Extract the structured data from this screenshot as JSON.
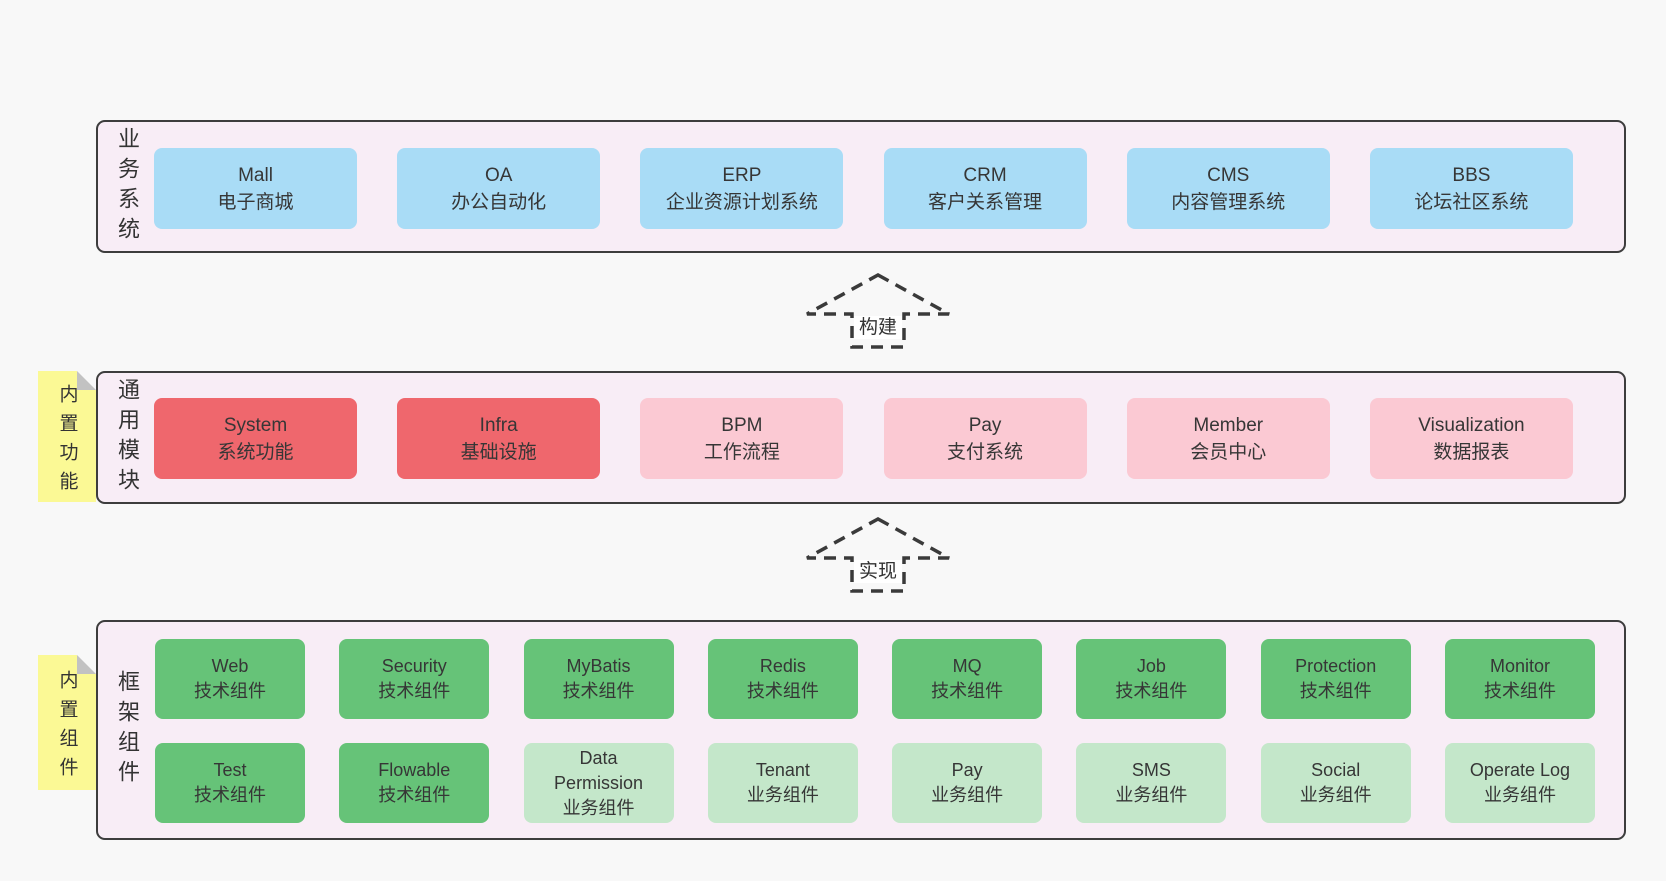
{
  "colors": {
    "page_bg": "#f8f8f8",
    "panel_bg": "#f8edf6",
    "panel_border": "#3d3d3d",
    "blue_box": "#a9dcf6",
    "red_box": "#ef676d",
    "pink_box": "#fbc9d3",
    "green_dark_box": "#66c378",
    "green_light_box": "#c4e7ca",
    "sticky_yellow": "#fbf995",
    "sticky_fold": "#c2c2c2",
    "text": "#363636"
  },
  "arrows": {
    "build": "构建",
    "implement": "实现"
  },
  "sections": {
    "business": {
      "label": "业务系统",
      "boxes": [
        {
          "title": "Mall",
          "subtitle": "电子商城",
          "variant": "blue"
        },
        {
          "title": "OA",
          "subtitle": "办公自动化",
          "variant": "blue"
        },
        {
          "title": "ERP",
          "subtitle": "企业资源计划系统",
          "variant": "blue"
        },
        {
          "title": "CRM",
          "subtitle": "客户关系管理",
          "variant": "blue"
        },
        {
          "title": "CMS",
          "subtitle": "内容管理系统",
          "variant": "blue"
        },
        {
          "title": "BBS",
          "subtitle": "论坛社区系统",
          "variant": "blue"
        }
      ]
    },
    "modules": {
      "label": "通用模块",
      "sticky": "内置功能",
      "boxes": [
        {
          "title": "System",
          "subtitle": "系统功能",
          "variant": "red"
        },
        {
          "title": "Infra",
          "subtitle": "基础设施",
          "variant": "red"
        },
        {
          "title": "BPM",
          "subtitle": "工作流程",
          "variant": "pink"
        },
        {
          "title": "Pay",
          "subtitle": "支付系统",
          "variant": "pink"
        },
        {
          "title": "Member",
          "subtitle": "会员中心",
          "variant": "pink"
        },
        {
          "title": "Visualization",
          "subtitle": "数据报表",
          "variant": "pink"
        }
      ]
    },
    "framework": {
      "label": "框架组件",
      "sticky": "内置组件",
      "row1": [
        {
          "title": "Web",
          "subtitle": "技术组件",
          "variant": "green-dark"
        },
        {
          "title": "Security",
          "subtitle": "技术组件",
          "variant": "green-dark"
        },
        {
          "title": "MyBatis",
          "subtitle": "技术组件",
          "variant": "green-dark"
        },
        {
          "title": "Redis",
          "subtitle": "技术组件",
          "variant": "green-dark"
        },
        {
          "title": "MQ",
          "subtitle": "技术组件",
          "variant": "green-dark"
        },
        {
          "title": "Job",
          "subtitle": "技术组件",
          "variant": "green-dark"
        },
        {
          "title": "Protection",
          "subtitle": "技术组件",
          "variant": "green-dark"
        },
        {
          "title": "Monitor",
          "subtitle": "技术组件",
          "variant": "green-dark"
        }
      ],
      "row2": [
        {
          "title": "Test",
          "subtitle": "技术组件",
          "variant": "green-dark"
        },
        {
          "title": "Flowable",
          "subtitle": "技术组件",
          "variant": "green-dark"
        },
        {
          "title": "Data Permission",
          "subtitle": "业务组件",
          "variant": "green-light"
        },
        {
          "title": "Tenant",
          "subtitle": "业务组件",
          "variant": "green-light"
        },
        {
          "title": "Pay",
          "subtitle": "业务组件",
          "variant": "green-light"
        },
        {
          "title": "SMS",
          "subtitle": "业务组件",
          "variant": "green-light"
        },
        {
          "title": "Social",
          "subtitle": "业务组件",
          "variant": "green-light"
        },
        {
          "title": "Operate Log",
          "subtitle": "业务组件",
          "variant": "green-light"
        }
      ]
    }
  }
}
